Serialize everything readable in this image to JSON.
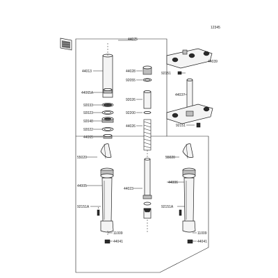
{
  "diagram": {
    "ref_number": "12345",
    "labels": [
      {
        "id": "44075",
        "text": "44075"
      },
      {
        "id": "44013",
        "text": "44013"
      },
      {
        "id": "440654",
        "text": "44065A"
      },
      {
        "id": "92033",
        "text": "92033"
      },
      {
        "id": "92023",
        "text": "92023"
      },
      {
        "id": "92048",
        "text": "92048"
      },
      {
        "id": "92022",
        "text": "92022"
      },
      {
        "id": "44065",
        "text": "44065"
      },
      {
        "id": "44028",
        "text": "44028"
      },
      {
        "id": "92055",
        "text": "92055"
      },
      {
        "id": "92026",
        "text": "92026"
      },
      {
        "id": "92200",
        "text": "92200"
      },
      {
        "id": "44026",
        "text": "44026"
      },
      {
        "id": "55020L",
        "text": "55020"
      },
      {
        "id": "55020R",
        "text": "55020"
      },
      {
        "id": "44005",
        "text": "44005"
      },
      {
        "id": "44023",
        "text": "44023"
      },
      {
        "id": "44006",
        "text": "44006"
      },
      {
        "id": "92151AL",
        "text": "92151A"
      },
      {
        "id": "92151AR",
        "text": "92151A"
      },
      {
        "id": "11009L",
        "text": "11009"
      },
      {
        "id": "11009R",
        "text": "11009"
      },
      {
        "id": "44041L",
        "text": "44041"
      },
      {
        "id": "44041R",
        "text": "44041"
      },
      {
        "id": "44039",
        "text": "44039"
      },
      {
        "id": "92151top",
        "text": "92151"
      },
      {
        "id": "44037",
        "text": "44037"
      },
      {
        "id": "92151bot",
        "text": "92151"
      }
    ]
  }
}
